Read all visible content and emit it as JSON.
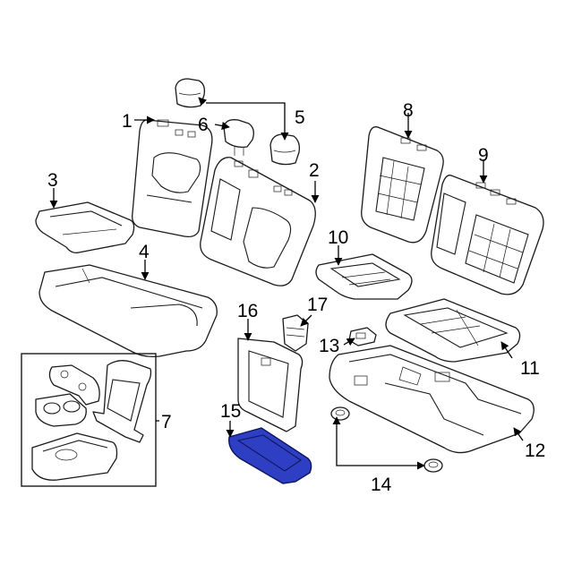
{
  "callouts": {
    "c1": "1",
    "c2": "2",
    "c3": "3",
    "c4": "4",
    "c5": "5",
    "c6": "6",
    "c7": "7",
    "c8": "8",
    "c9": "9",
    "c10": "10",
    "c11": "11",
    "c12": "12",
    "c13": "13",
    "c14": "14",
    "c15": "15",
    "c16": "16",
    "c17": "17"
  },
  "highlight_color": "#2f3fc4",
  "highlighted_part": "15"
}
